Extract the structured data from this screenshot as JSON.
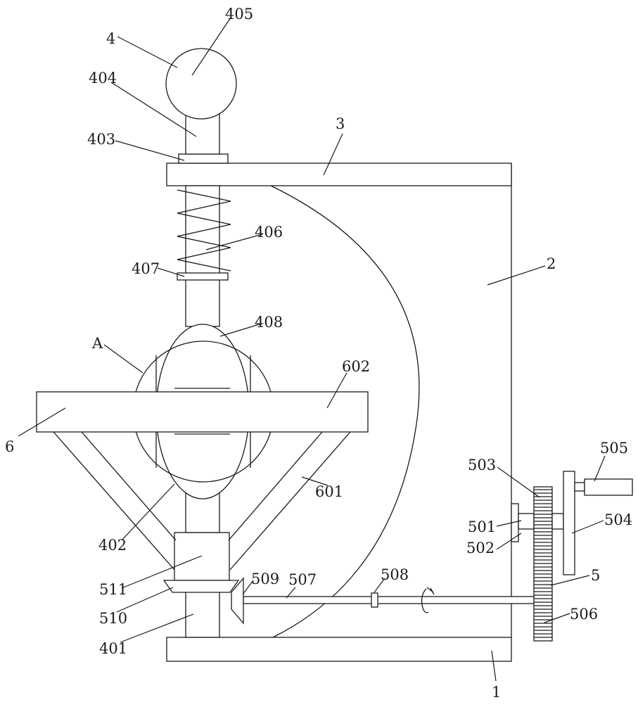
{
  "labels": {
    "l1": "1",
    "l2": "2",
    "l3": "3",
    "l4": "4",
    "l5": "5",
    "l6": "6",
    "l401": "401",
    "l402": "402",
    "l403": "403",
    "l404": "404",
    "l405": "405",
    "l406": "406",
    "l407": "407",
    "l408": "408",
    "l501": "501",
    "l502": "502",
    "l503": "503",
    "l504": "504",
    "l505": "505",
    "l506": "506",
    "l507": "507",
    "l508": "508",
    "l509": "509",
    "l510": "510",
    "l511": "511",
    "l601": "601",
    "l602": "602",
    "lA": "A"
  },
  "colors": {
    "line": "#1a1a1a",
    "background": "#ffffff"
  },
  "icons": {
    "rotation": "rotation-arrow-icon"
  }
}
